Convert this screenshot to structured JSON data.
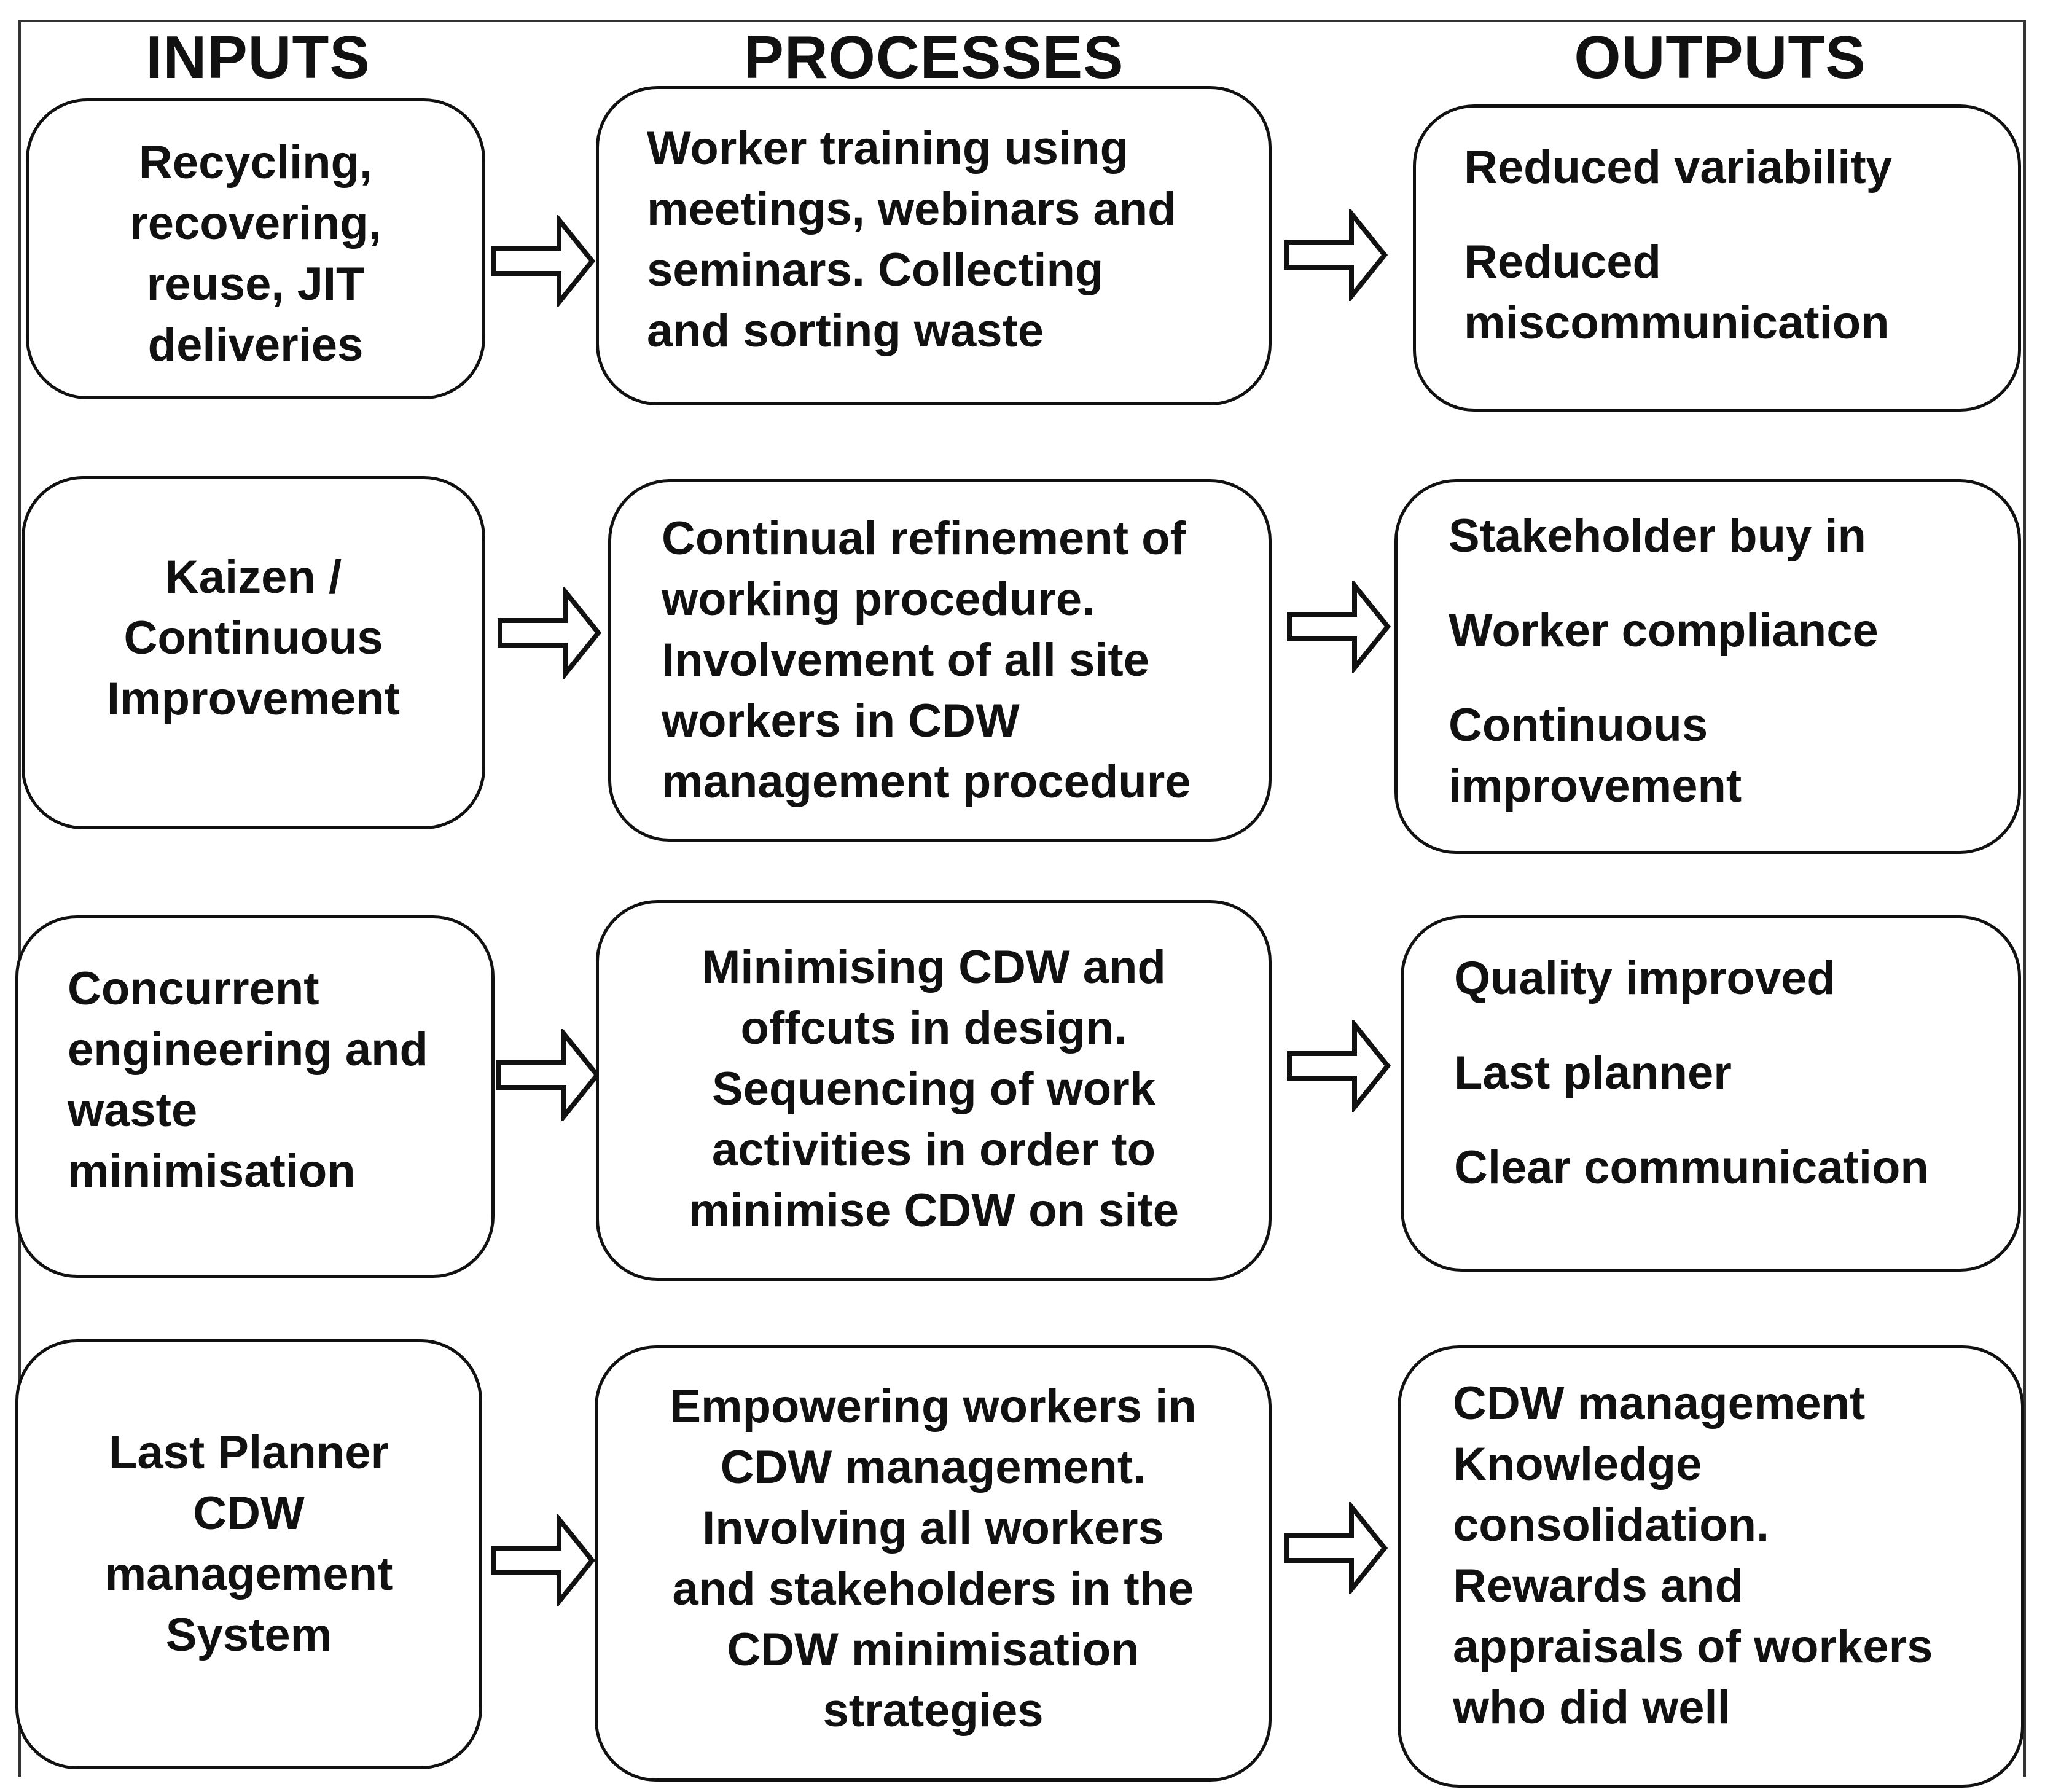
{
  "headers": {
    "inputs": "INPUTS",
    "processes": "PROCESSES",
    "outputs": "OUTPUTS"
  },
  "rows": [
    {
      "input": [
        "Recycling,",
        "recovering,",
        "reuse, JIT",
        "deliveries"
      ],
      "process": [
        "Worker training using",
        "meetings, webinars and",
        "seminars. Collecting",
        "and sorting waste"
      ],
      "outputs": [
        [
          "Reduced variability"
        ],
        [
          "Reduced",
          "miscommunication"
        ]
      ]
    },
    {
      "input": [
        "Kaizen /",
        "Continuous",
        "Improvement"
      ],
      "process": [
        "Continual refinement of",
        "working procedure.",
        "Involvement of all site",
        "workers in CDW",
        "management procedure"
      ],
      "outputs": [
        [
          "Stakeholder buy in"
        ],
        [
          "Worker compliance"
        ],
        [
          "Continuous",
          "improvement"
        ]
      ]
    },
    {
      "input": [
        "Concurrent",
        "engineering and",
        "waste",
        "minimisation"
      ],
      "process": [
        "Minimising CDW and",
        "offcuts in design.",
        "Sequencing of work",
        "activities in order to",
        "minimise CDW on site"
      ],
      "outputs": [
        [
          "Quality improved"
        ],
        [
          "Last planner"
        ],
        [
          "Clear communication"
        ]
      ]
    },
    {
      "input": [
        "Last Planner",
        "CDW",
        "management",
        "System"
      ],
      "process": [
        "Empowering workers in",
        "CDW management.",
        "Involving all workers",
        "and stakeholders in the",
        "CDW minimisation",
        "strategies"
      ],
      "outputs": [
        [
          "CDW management",
          "Knowledge",
          "consolidation.",
          "Rewards and",
          "appraisals of workers",
          "who did well"
        ]
      ]
    }
  ]
}
